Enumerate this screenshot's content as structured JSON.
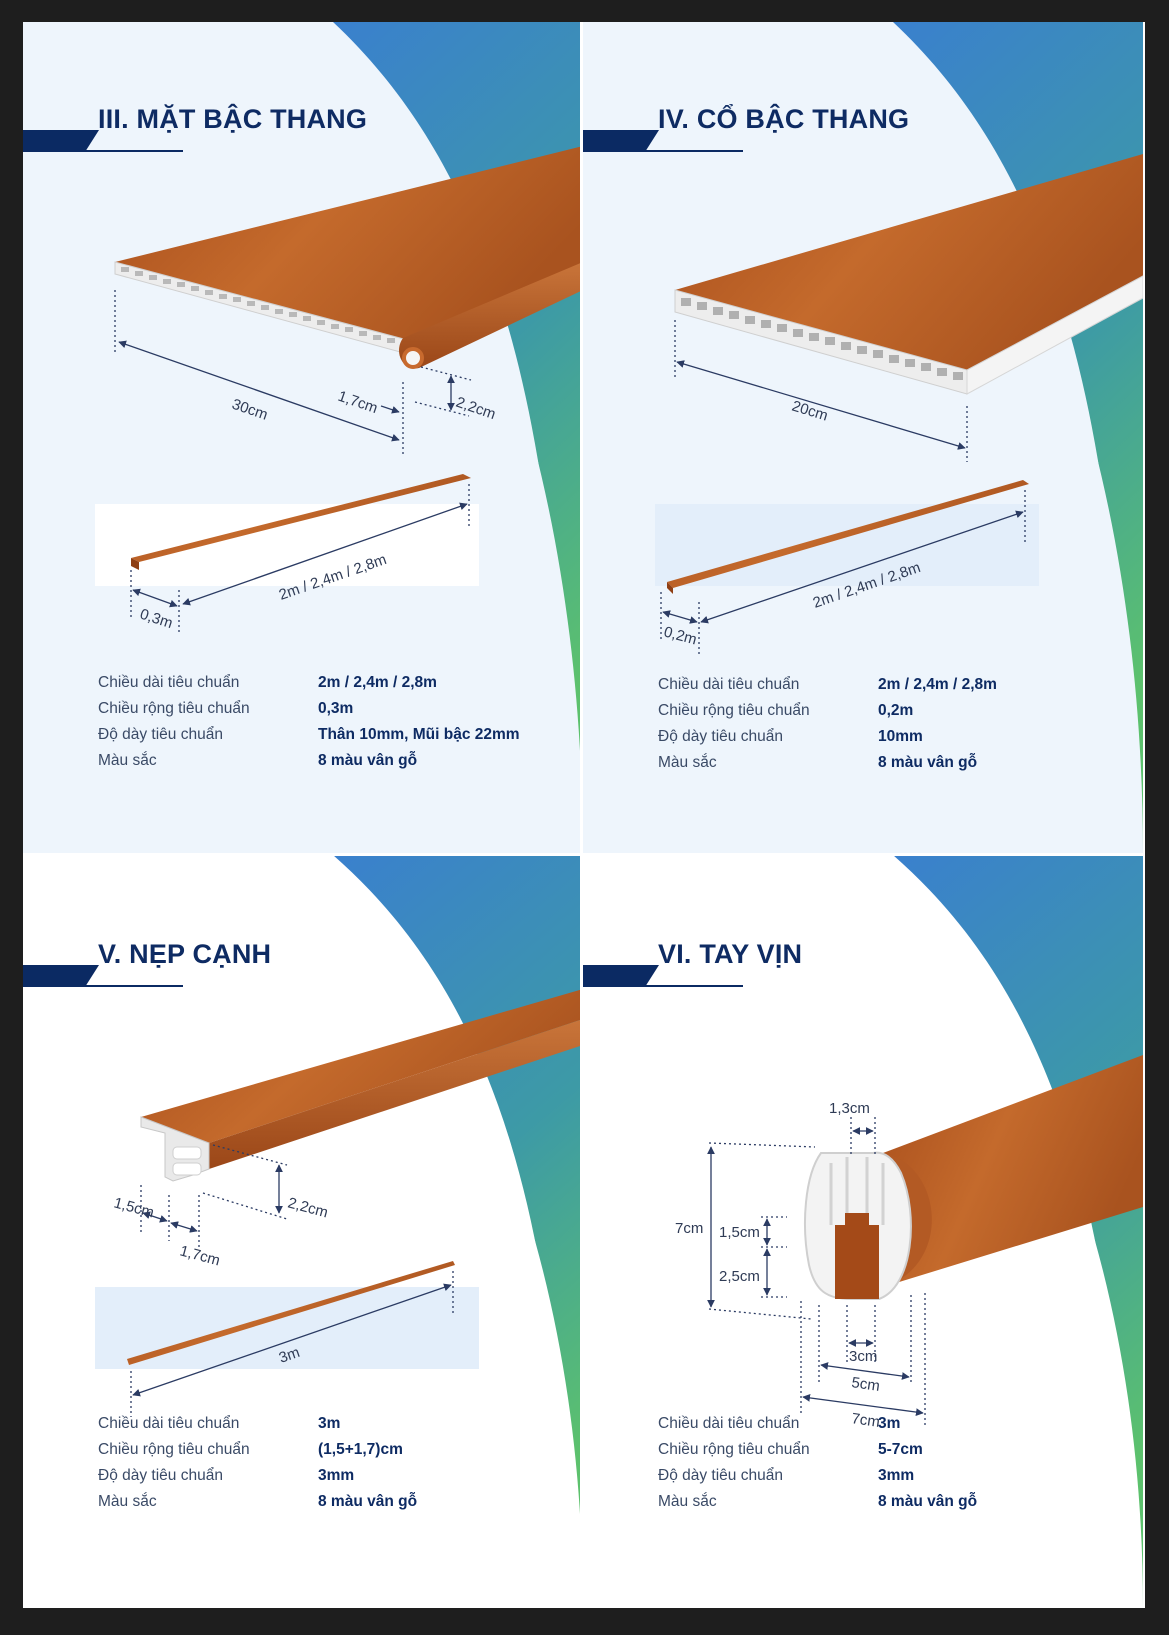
{
  "colors": {
    "navy": "#0e2b63",
    "blue_gradient_top": "#3b82cf",
    "green_gradient_bottom": "#5fc36a",
    "wood": "#b45a22",
    "panel_bg": "#eef5fc"
  },
  "sections": [
    {
      "title": "III. MẶT BẬC THANG",
      "dims": {
        "depth": "30cm",
        "nose_w": "1,7cm",
        "nose_h": "2,2cm",
        "length": "2m / 2,4m / 2,8m",
        "width": "0,3m"
      },
      "specs": [
        {
          "label": "Chiều dài tiêu chuẩn",
          "value": "2m / 2,4m / 2,8m"
        },
        {
          "label": "Chiều rộng tiêu chuẩn",
          "value": "0,3m"
        },
        {
          "label": "Độ dày tiêu chuẩn",
          "value": "Thân 10mm, Mũi bậc 22mm"
        },
        {
          "label": "Màu sắc",
          "value": "8 màu vân gỗ"
        }
      ]
    },
    {
      "title": "IV. CỔ BẬC THANG",
      "dims": {
        "depth": "20cm",
        "length": "2m / 2,4m / 2,8m",
        "width": "0,2m"
      },
      "specs": [
        {
          "label": "Chiều dài tiêu chuẩn",
          "value": "2m / 2,4m / 2,8m"
        },
        {
          "label": "Chiều rộng tiêu chuẩn",
          "value": "0,2m"
        },
        {
          "label": "Độ dày tiêu chuẩn",
          "value": "10mm"
        },
        {
          "label": "Màu sắc",
          "value": "8 màu vân gỗ"
        }
      ]
    },
    {
      "title": "V. NẸP CẠNH",
      "dims": {
        "w1": "1,5cm",
        "w2": "1,7cm",
        "h": "2,2cm",
        "length": "3m"
      },
      "specs": [
        {
          "label": "Chiều dài tiêu chuẩn",
          "value": "3m"
        },
        {
          "label": "Chiều rộng tiêu chuẩn",
          "value": "(1,5+1,7)cm"
        },
        {
          "label": "Độ dày tiêu chuẩn",
          "value": "3mm"
        },
        {
          "label": "Màu sắc",
          "value": "8 màu vân gỗ"
        }
      ]
    },
    {
      "title": "VI. TAY VỊN",
      "dims": {
        "top": "1,3cm",
        "height": "7cm",
        "inner_a": "1,5cm",
        "inner_b": "2,5cm",
        "slot": "3cm",
        "mid": "5cm",
        "width": "7cm"
      },
      "specs": [
        {
          "label": "Chiều dài tiêu chuẩn",
          "value": "3m"
        },
        {
          "label": "Chiều rộng tiêu chuẩn",
          "value": "5-7cm"
        },
        {
          "label": "Độ dày tiêu chuẩn",
          "value": "3mm"
        },
        {
          "label": "Màu sắc",
          "value": "8 màu vân gỗ"
        }
      ]
    }
  ]
}
